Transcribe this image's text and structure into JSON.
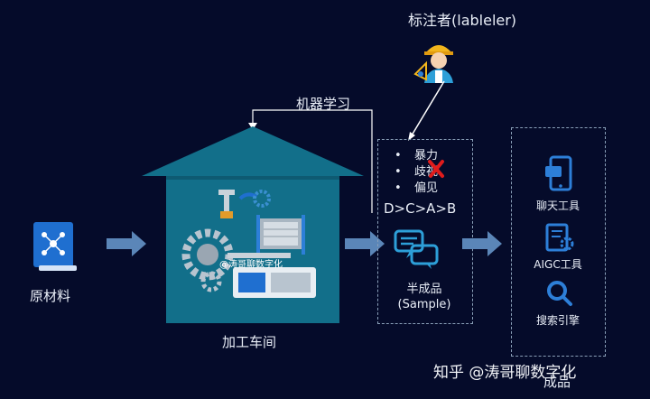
{
  "labeler_title": "标注者(lableler)",
  "ml_label": "机器学习",
  "raw_material_label": "原材料",
  "workshop_label": "加工车间",
  "watermark_small": "@涛哥聊数字化",
  "bullets": [
    "暴力",
    "歧视",
    "偏见"
  ],
  "ranking": "D>C>A>B",
  "semi_product_line1": "半成品",
  "semi_product_line2": "(Sample)",
  "products": [
    {
      "label": "聊天工具",
      "icon": "chat-phone-icon"
    },
    {
      "label": "AIGC工具",
      "icon": "document-gear-icon"
    },
    {
      "label": "搜索引擎",
      "icon": "search-icon"
    }
  ],
  "product_title": "成品",
  "footer_watermark": "知乎 @涛哥聊数字化",
  "colors": {
    "background": "#050b2a",
    "house": "#126f8a",
    "arrow": "#5b86b8",
    "icon_blue": "#2d7fd8",
    "x_red": "#e01c1c"
  }
}
